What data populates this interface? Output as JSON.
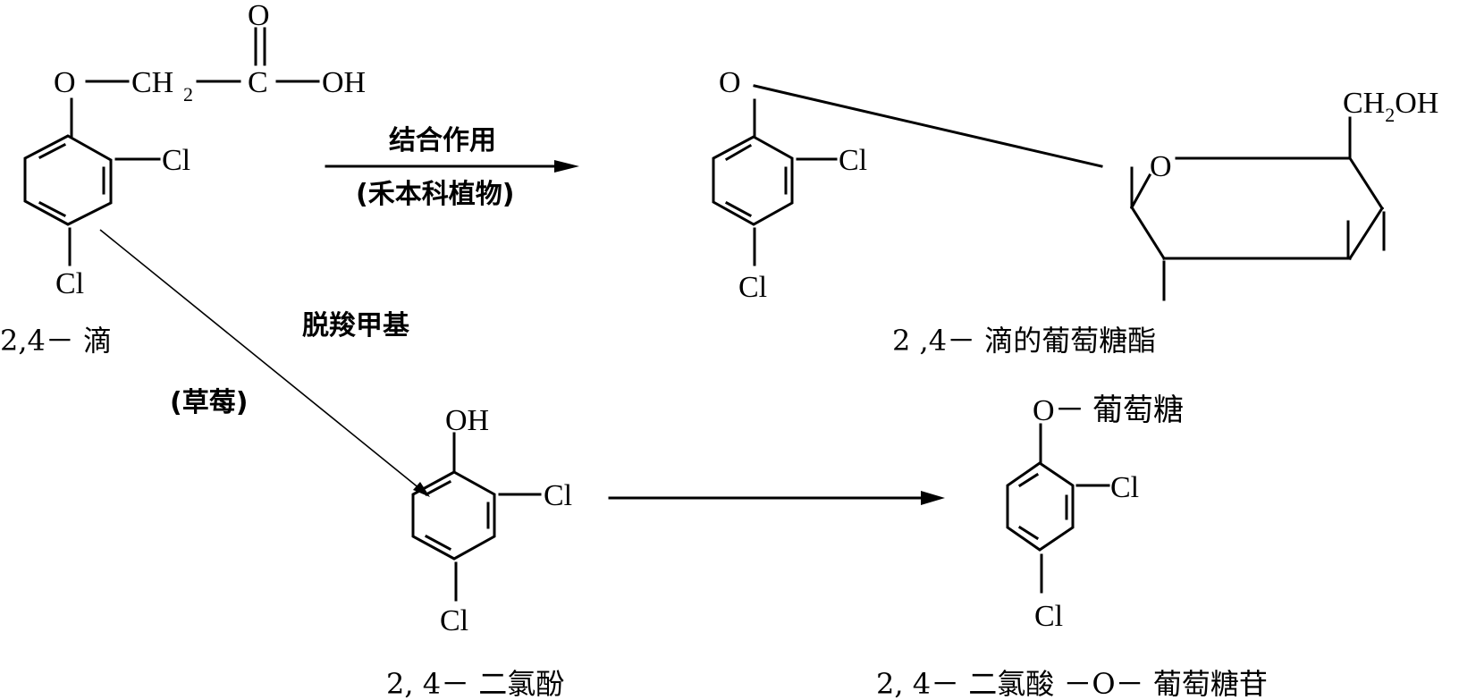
{
  "compounds": {
    "c24d": {
      "name": "2,4－ 滴",
      "atoms": {
        "o": "O",
        "ch2": "CH",
        "ch2_sub": "2",
        "c": "C",
        "carbonyl_o": "O",
        "oh": "OH",
        "cl_ortho": "Cl",
        "cl_para": "Cl"
      }
    },
    "glucose_ester": {
      "name": "2 ,4－ 滴的葡萄糖酯",
      "atoms": {
        "o_link": "O",
        "cl_ortho": "Cl",
        "cl_para": "Cl",
        "ring_o": "O",
        "ch2oh_pre": "CH",
        "ch2oh_sub": "2",
        "ch2oh_post": "OH"
      }
    },
    "dichlorophenol": {
      "name": "2, 4－ 二氯酚",
      "atoms": {
        "oh": "OH",
        "cl_ortho": "Cl",
        "cl_para": "Cl"
      }
    },
    "glucoside": {
      "name": "2, 4－ 二氯酸 －O－ 葡萄糖苷",
      "atoms": {
        "o_glc": "O－ 葡萄糖",
        "cl_ortho": "Cl",
        "cl_para": "Cl"
      }
    }
  },
  "reactions": {
    "conjugation": {
      "label": "结合作用",
      "condition": "(禾本科植物)"
    },
    "decarboxylation": {
      "label": "脱羧甲基",
      "condition": "(草莓)"
    }
  }
}
